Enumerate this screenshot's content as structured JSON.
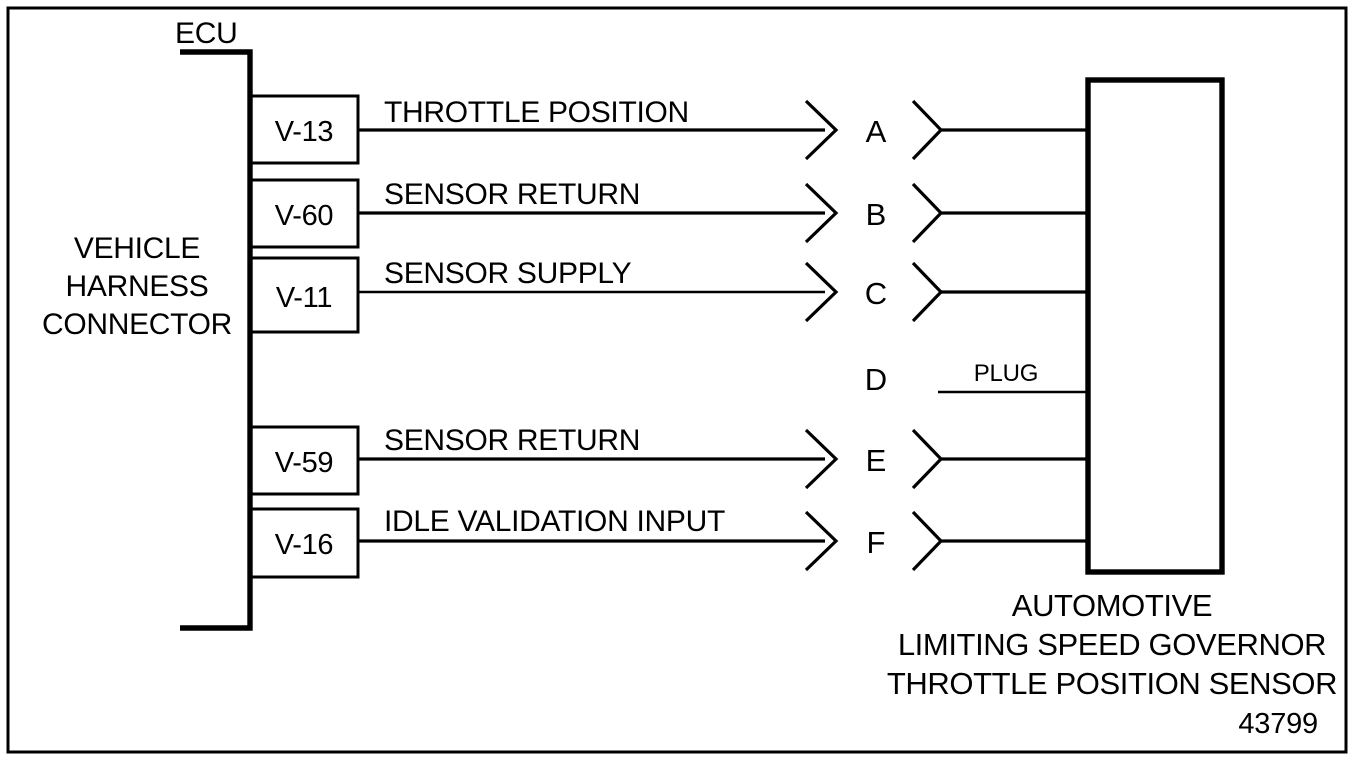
{
  "figure": {
    "title_lines": [
      "AUTOMOTIVE",
      "LIMITING SPEED GOVERNOR",
      "THROTTLE POSITION SENSOR"
    ],
    "number": "43799",
    "colors": {
      "line": "#000000",
      "background": "#ffffff"
    }
  },
  "ecu": {
    "label": "ECU"
  },
  "harness": {
    "label_lines": [
      "VEHICLE",
      "HARNESS",
      "CONNECTOR"
    ]
  },
  "circuits": [
    {
      "terminal": "V-13",
      "signal": "THROTTLE POSITION",
      "pin": "A",
      "has_connector": true
    },
    {
      "terminal": "V-60",
      "signal": "SENSOR RETURN",
      "pin": "B",
      "has_connector": true
    },
    {
      "terminal": "V-11",
      "signal": "SENSOR SUPPLY",
      "pin": "C",
      "has_connector": true
    },
    {
      "terminal": "",
      "signal": "PLUG",
      "pin": "D",
      "has_connector": false
    },
    {
      "terminal": "V-59",
      "signal": "SENSOR RETURN",
      "pin": "E",
      "has_connector": true
    },
    {
      "terminal": "V-16",
      "signal": "IDLE VALIDATION INPUT",
      "pin": "F",
      "has_connector": true
    }
  ]
}
